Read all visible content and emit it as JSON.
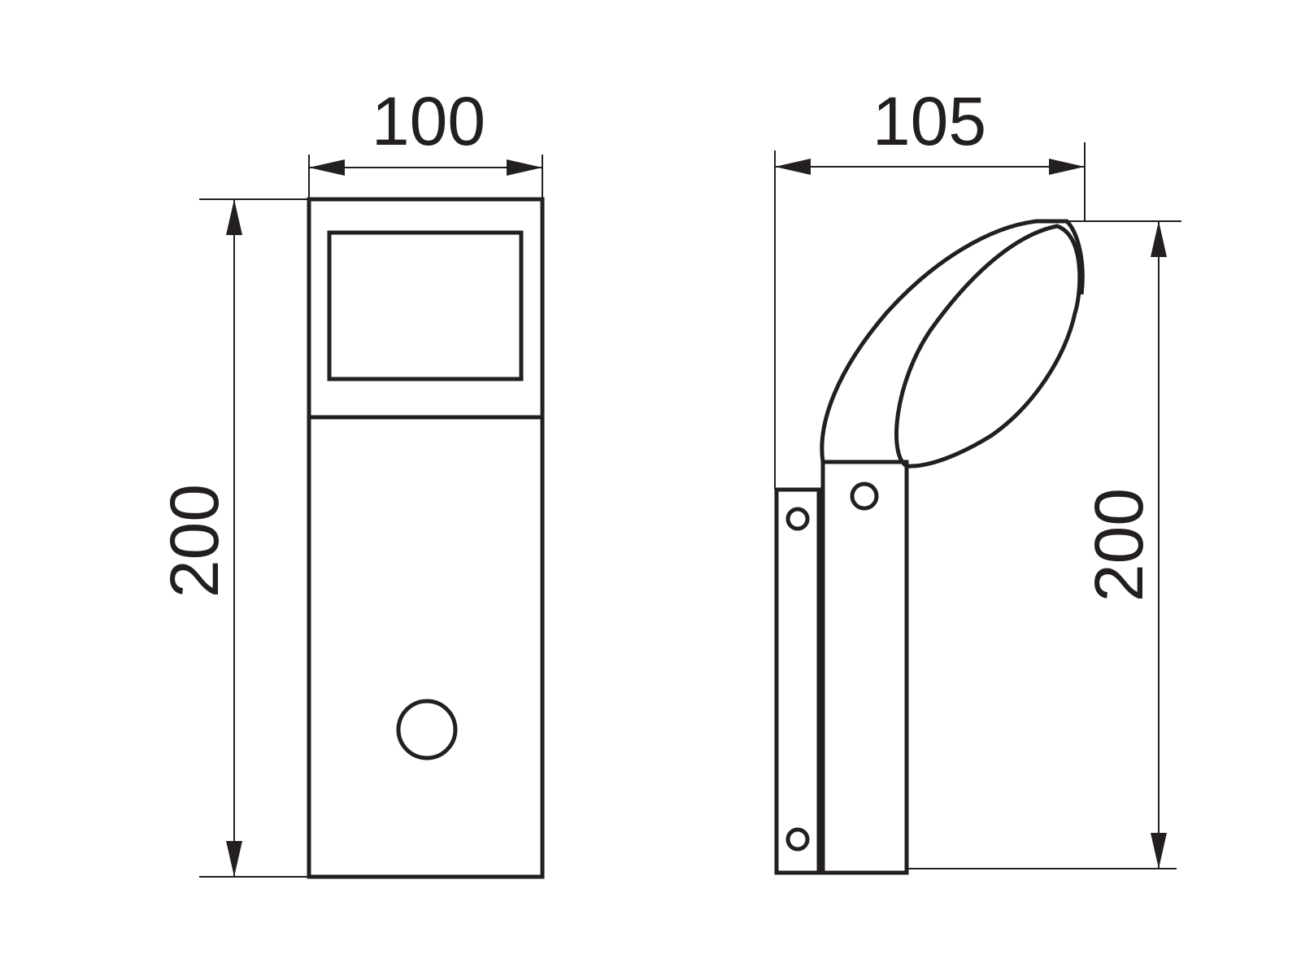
{
  "front_view": {
    "width_label": "100",
    "height_label": "200"
  },
  "side_view": {
    "depth_label": "105",
    "height_label": "200"
  },
  "colors": {
    "line": "#231f20",
    "background": "#ffffff"
  }
}
